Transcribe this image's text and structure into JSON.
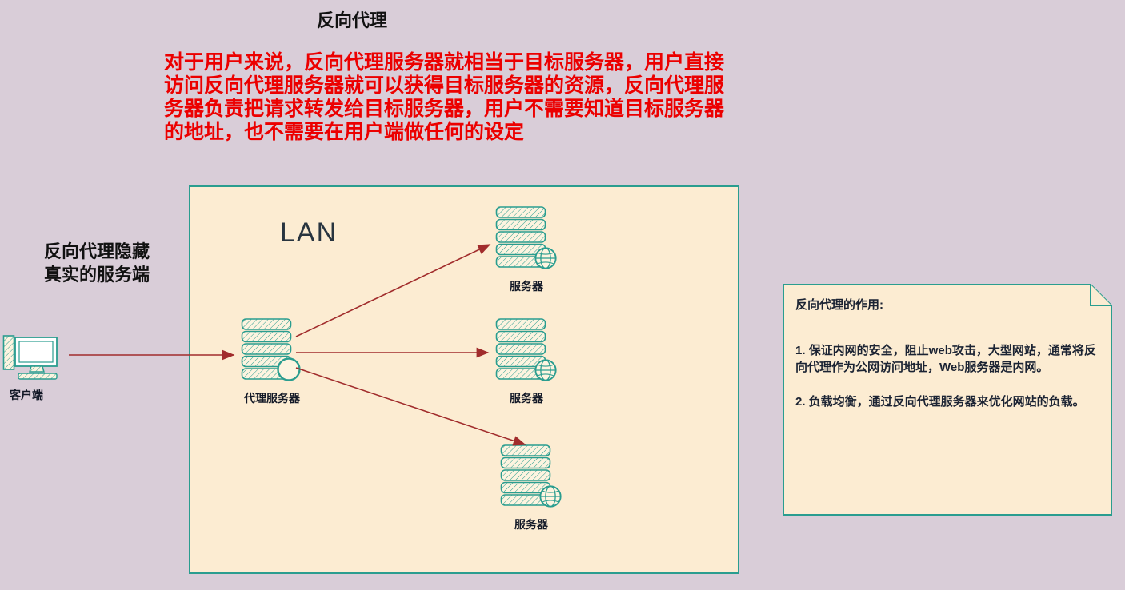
{
  "title": "反向代理",
  "intro": "对于用户来说，反向代理服务器就相当于目标服务器，用户直接访问反向代理服务器就可以获得目标服务器的资源，反向代理服务器负责把请求转发给目标服务器，用户不需要知道目标服务器的地址，也不需要在用户端做任何的设定",
  "side_note": "反向代理隐藏\n真实的服务端",
  "diagram": {
    "lan_label": "LAN",
    "client_label": "客户端",
    "proxy_label": "代理服务器",
    "servers": [
      {
        "label": "服务器"
      },
      {
        "label": "服务器"
      },
      {
        "label": "服务器"
      }
    ]
  },
  "note": {
    "title": "反向代理的作用:",
    "points": [
      "1. 保证内网的安全，阻止web攻击，大型网站，通常将反向代理作为公网访问地址，Web服务器是内网。",
      "2. 负载均衡，通过反向代理服务器来优化网站的负载。"
    ]
  },
  "colors": {
    "background": "#d9cdd8",
    "panel_fill": "#fcecd2",
    "outline_teal": "#2a9d8f",
    "intro_red": "#ec0000",
    "arrow_red": "#a12c2c",
    "dark_text": "#121826"
  }
}
